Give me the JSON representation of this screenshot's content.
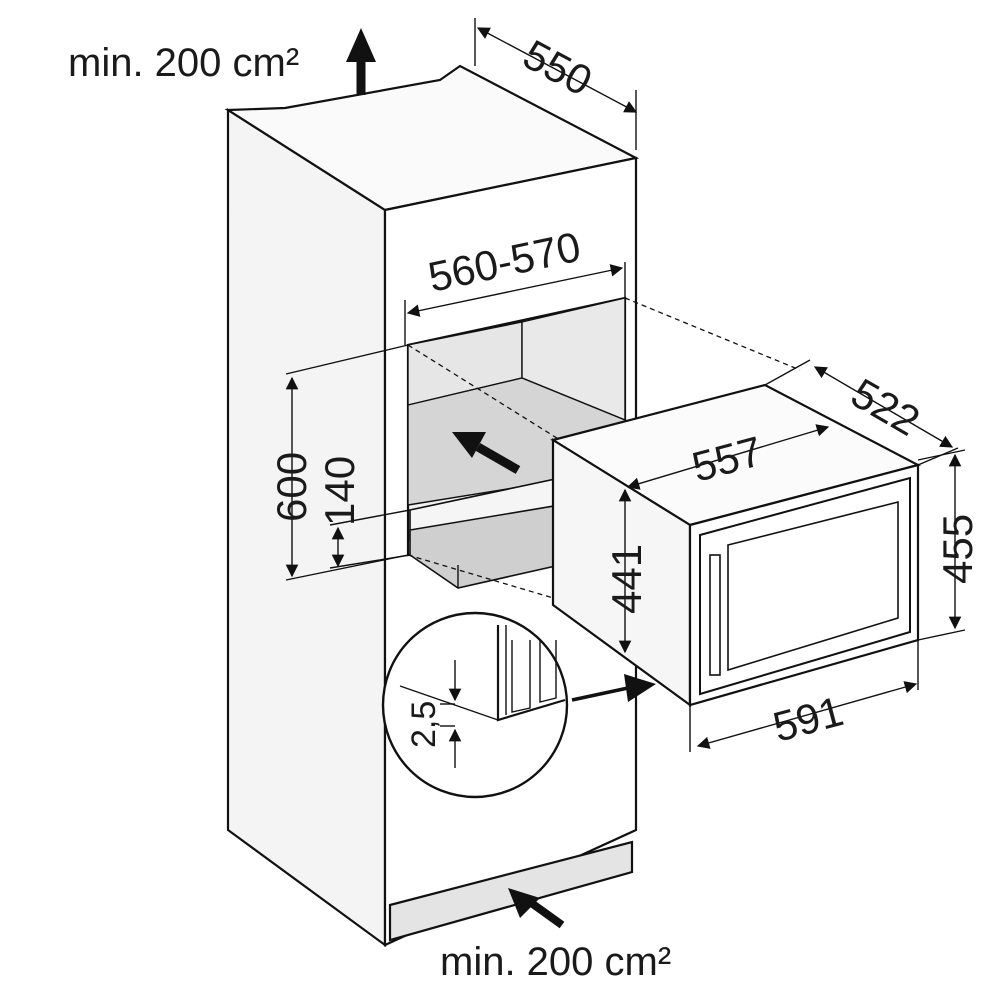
{
  "ventilation": {
    "top_label": "min. 200 cm²",
    "bottom_label": "min. 200 cm²"
  },
  "cabinet": {
    "depth": "550",
    "niche_width": "560-570",
    "niche_height": "600",
    "drawer_height": "140"
  },
  "appliance": {
    "width_inner": "557",
    "depth": "522",
    "body_height": "441",
    "front_height": "455",
    "front_width": "591"
  },
  "detail": {
    "gap": "2,5"
  },
  "colors": {
    "line": "#111111",
    "shade_light": "#f2f2f2",
    "shade_mid": "#dedede",
    "shade_dark": "#c8c8c8"
  }
}
